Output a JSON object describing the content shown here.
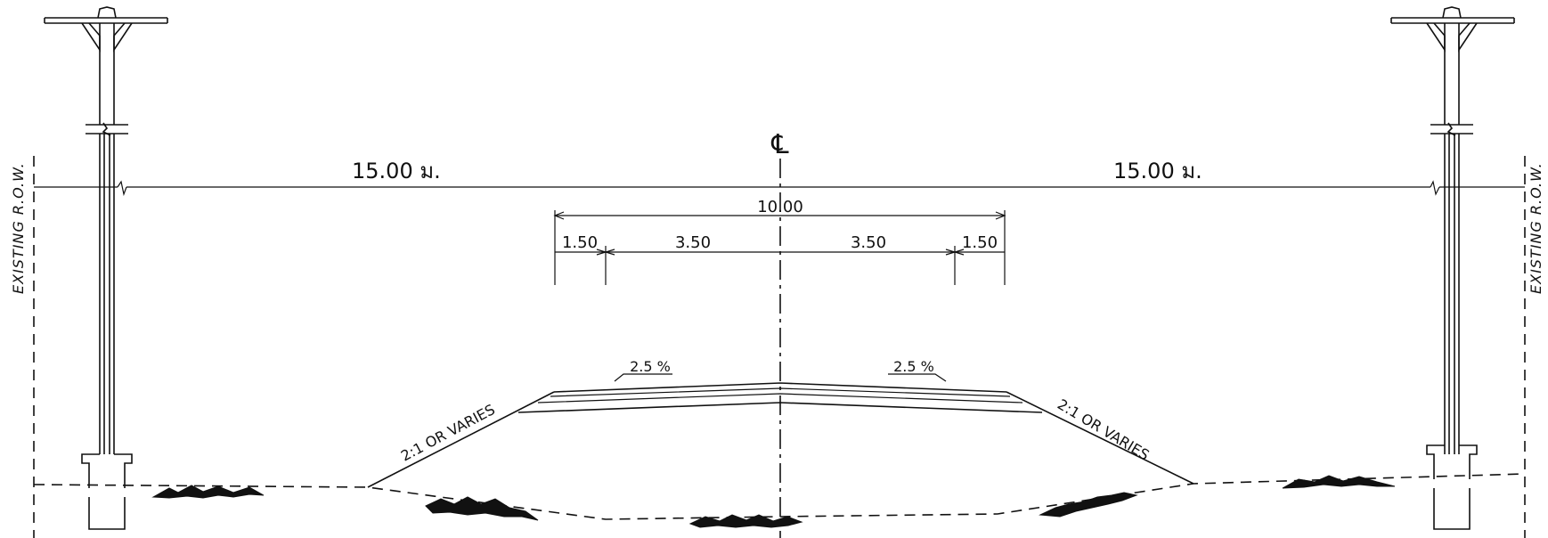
{
  "labels": {
    "centerline_symbol": "℄",
    "left_width": "15.00 ม.",
    "right_width": "15.00 ม.",
    "total_width": "10.00",
    "left_shoulder": "1.50",
    "left_lane": "3.50",
    "right_lane": "3.50",
    "right_shoulder": "1.50",
    "left_slope_pct": "2.5 %",
    "right_slope_pct": "2.5 %",
    "left_side_slope": "2:1 OR VARIES",
    "right_side_slope": "2:1 OR VARIES",
    "left_row": "EXISTING R.O.W.",
    "right_row": "EXISTING R.O.W."
  }
}
